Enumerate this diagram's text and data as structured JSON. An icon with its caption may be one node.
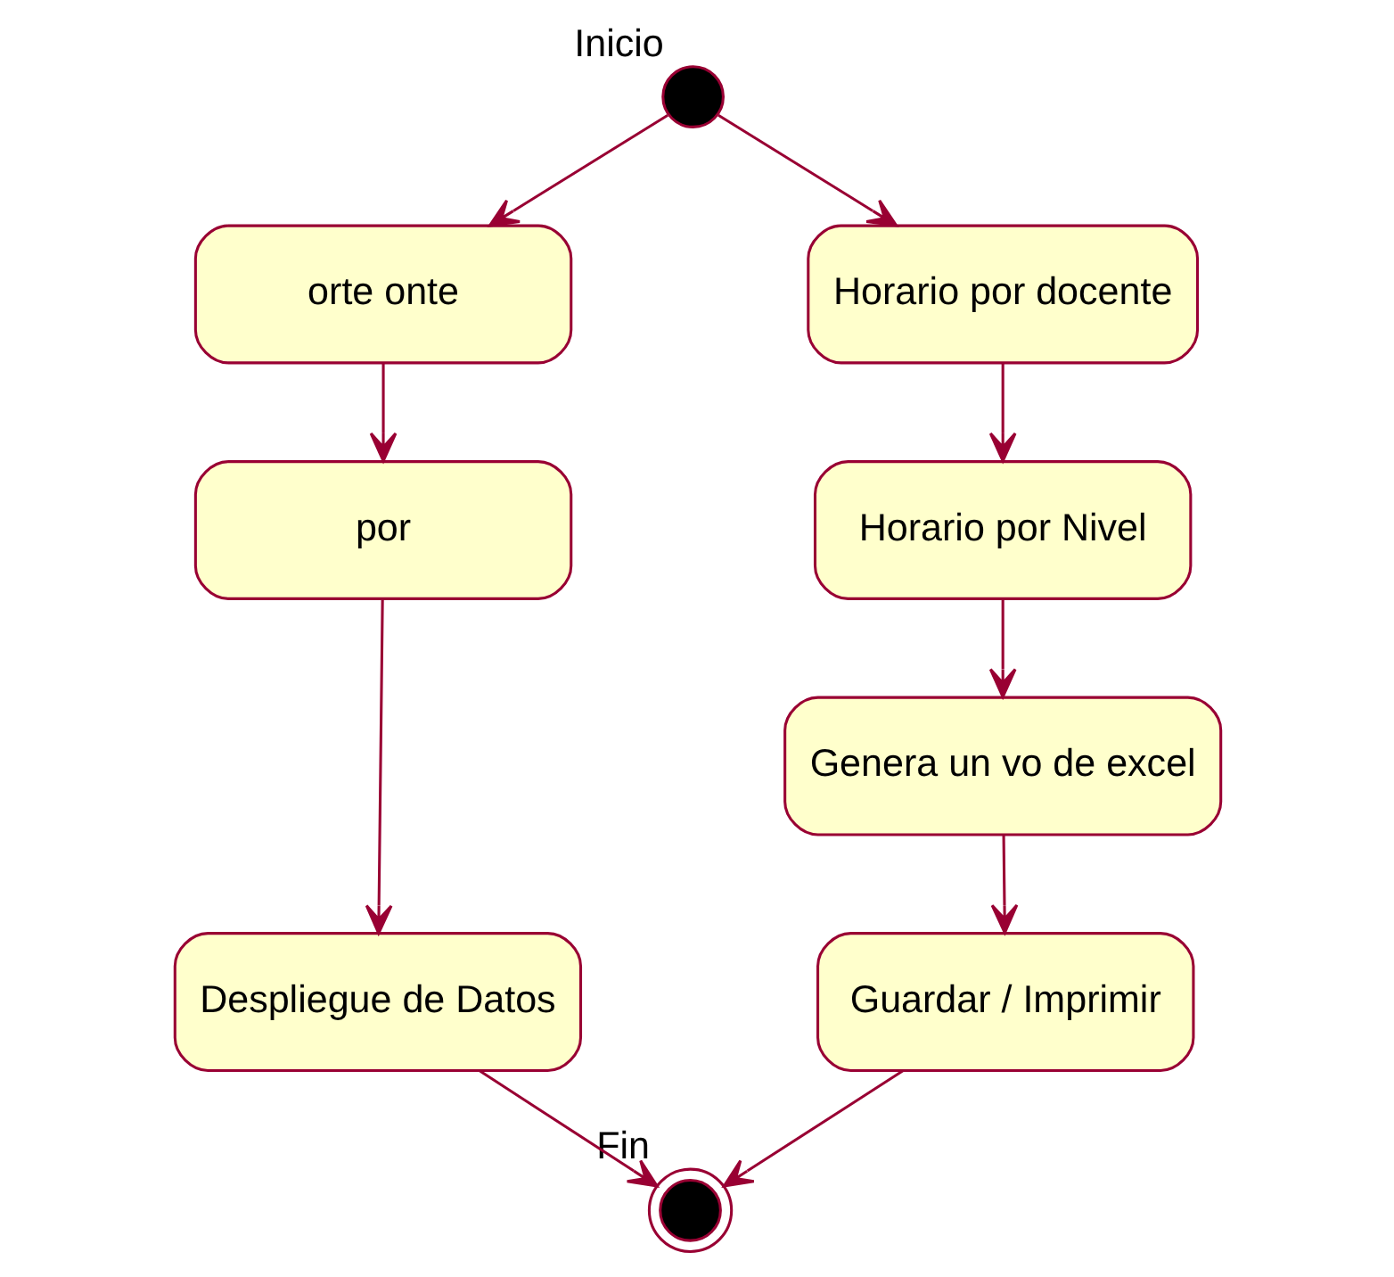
{
  "diagram": {
    "nodes": [
      {
        "text": [
          "Inicio"
        ]
      },
      {
        "text": [
          "orte onte"
        ]
      },
      {
        "text": [
          "por"
        ]
      },
      {
        "text": [
          "Despliegue de Datos"
        ]
      },
      {
        "text": [
          "Horario por docente"
        ]
      },
      {
        "text": [
          "Horario por Nivel"
        ]
      },
      {
        "text": [
          "Genera un vo de excel"
        ]
      },
      {
        "text": [
          "Guardar / Imprimir"
        ]
      },
      {
        "text": [
          "Fin"
        ]
      }
    ],
    "edges": [
      {
        "from": 0,
        "to": 1,
        "arrow": "to"
      },
      {
        "from": 0,
        "to": 4,
        "arrow": "to"
      },
      {
        "from": 1,
        "to": 2,
        "arrow": "to"
      },
      {
        "from": 2,
        "to": 3,
        "arrow": "to"
      },
      {
        "from": 4,
        "to": 5,
        "arrow": "to"
      },
      {
        "from": 5,
        "to": 6,
        "arrow": "to"
      },
      {
        "from": 6,
        "to": 7,
        "arrow": "to"
      },
      {
        "from": 3,
        "to": 8,
        "arrow": "to"
      },
      {
        "from": 7,
        "to": 8,
        "arrow": "to"
      }
    ]
  }
}
